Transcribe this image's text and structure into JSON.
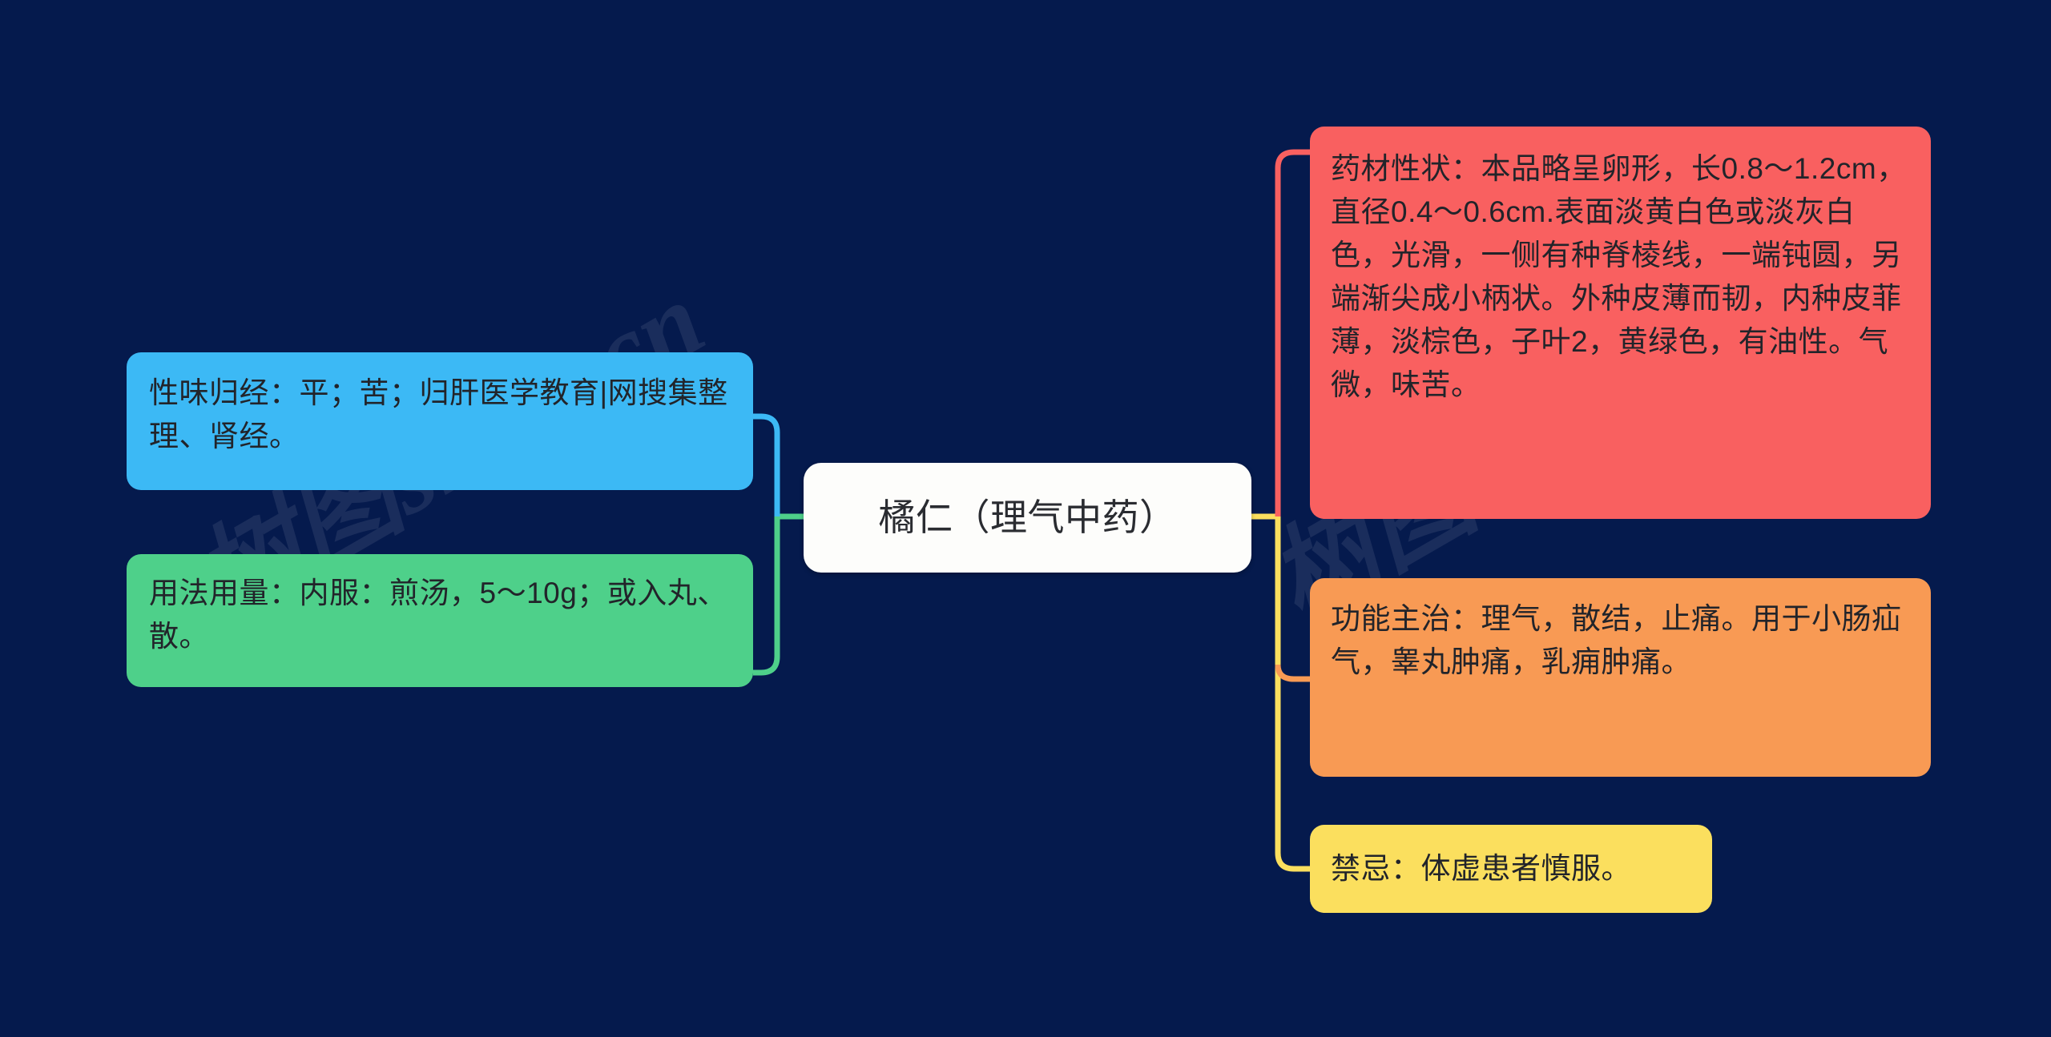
{
  "background": {
    "color": "#051a4d",
    "watermarks": [
      {
        "text": "树图shitu.cn"
      },
      {
        "text": "树图shitu1.cn"
      }
    ]
  },
  "mindmap": {
    "root": {
      "label": "橘仁（理气中药）",
      "fill": "#fdfdfb",
      "text_color": "#2a2c31"
    },
    "branches_left": [
      {
        "id": "xingwei-guijing",
        "label": "性味归经：平；苦；归肝医学教育|网搜集整理、肾经。",
        "fill": "#3cb9f5",
        "connector_color": "#3cb9f5"
      },
      {
        "id": "yongfa-yongliang",
        "label": "用法用量：内服：煎汤，5～10g；或入丸、散。",
        "fill": "#4ed08a",
        "connector_color": "#4ed08a"
      }
    ],
    "branches_right": [
      {
        "id": "yaocai-xingzhuang",
        "label": "药材性状：本品略呈卵形，长0.8～1.2cm，直径0.4～0.6cm.表面淡黄白色或淡灰白色，光滑，一侧有种脊棱线，一端钝圆，另端渐尖成小柄状。外种皮薄而韧，内种皮菲薄，淡棕色，子叶2，黄绿色，有油性。气微，味苦。",
        "fill": "#f96060",
        "connector_color": "#f96060"
      },
      {
        "id": "gongneng-zhuzhi",
        "label": "功能主治：理气，散结，止痛。用于小肠疝气，睾丸肿痛，乳痈肿痛。",
        "fill": "#f89a54",
        "connector_color": "#f89a54"
      },
      {
        "id": "jinji",
        "label": "禁忌：体虚患者慎服。",
        "fill": "#fbdf5e",
        "connector_color": "#fbdf5e"
      }
    ]
  }
}
